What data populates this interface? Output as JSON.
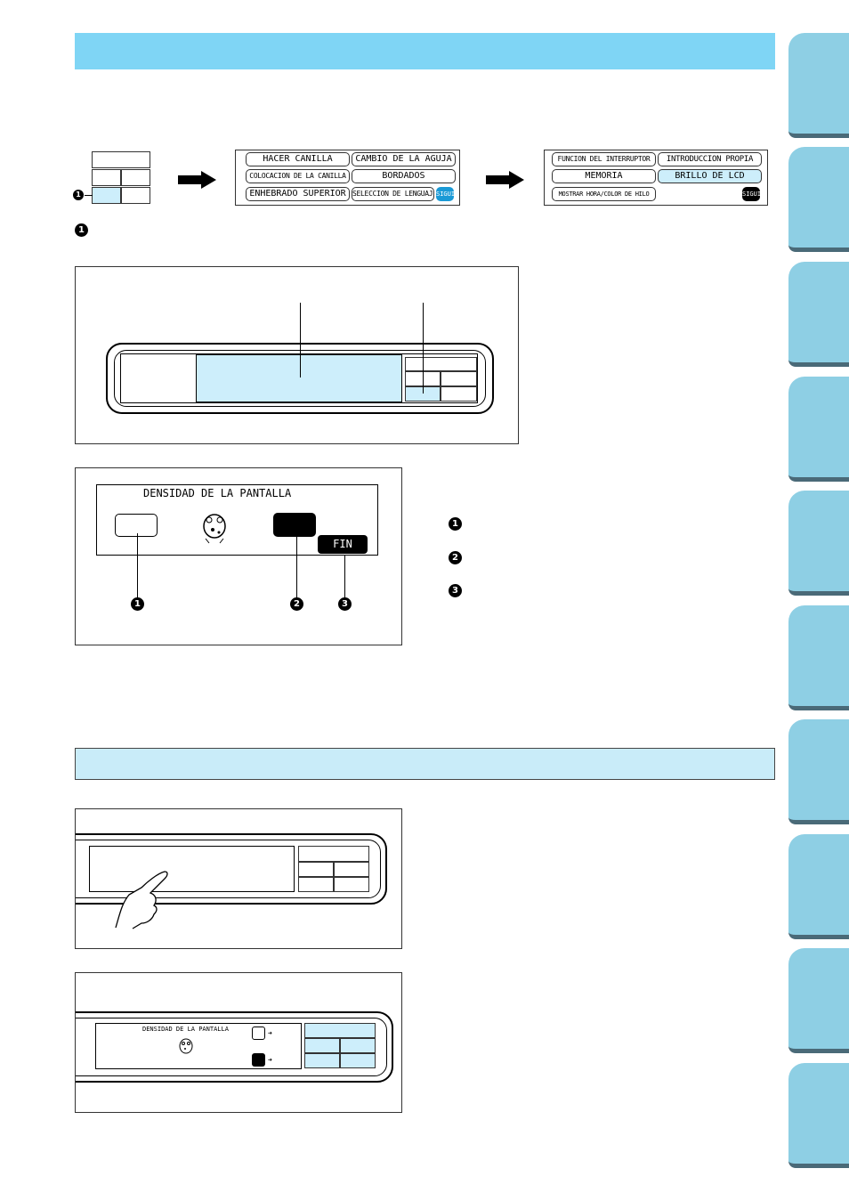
{
  "menu1": {
    "items": [
      "HACER CANILLA",
      "CAMBIO DE LA AGUJA",
      "COLOCACION DE LA CANILLA",
      "BORDADOS",
      "ENHEBRADO SUPERIOR",
      "SELECCION DE LENGUAJE"
    ],
    "next": "SIGUI"
  },
  "menu2": {
    "items": [
      "FUNCION DEL INTERRUPTOR",
      "INTRODUCCION PROPIA",
      "MEMORIA",
      "BRILLO DE LCD",
      "MOSTRAR HORA/COLOR DE HILO"
    ],
    "next": "SIGUI"
  },
  "markers": {
    "one": "1",
    "two": "2",
    "three": "3"
  },
  "density_screen": {
    "title": "DENSIDAD DE LA PANTALLA",
    "fin": "FIN"
  },
  "small_screen": {
    "title": "DENSIDAD DE LA PANTALLA"
  },
  "colors": {
    "header": "#7fd5f5",
    "subheader": "#c9ecf9",
    "tabs": "#8ecfe4",
    "highlight": "#cdeefb",
    "sigui_blue": "#1a9ad6"
  }
}
